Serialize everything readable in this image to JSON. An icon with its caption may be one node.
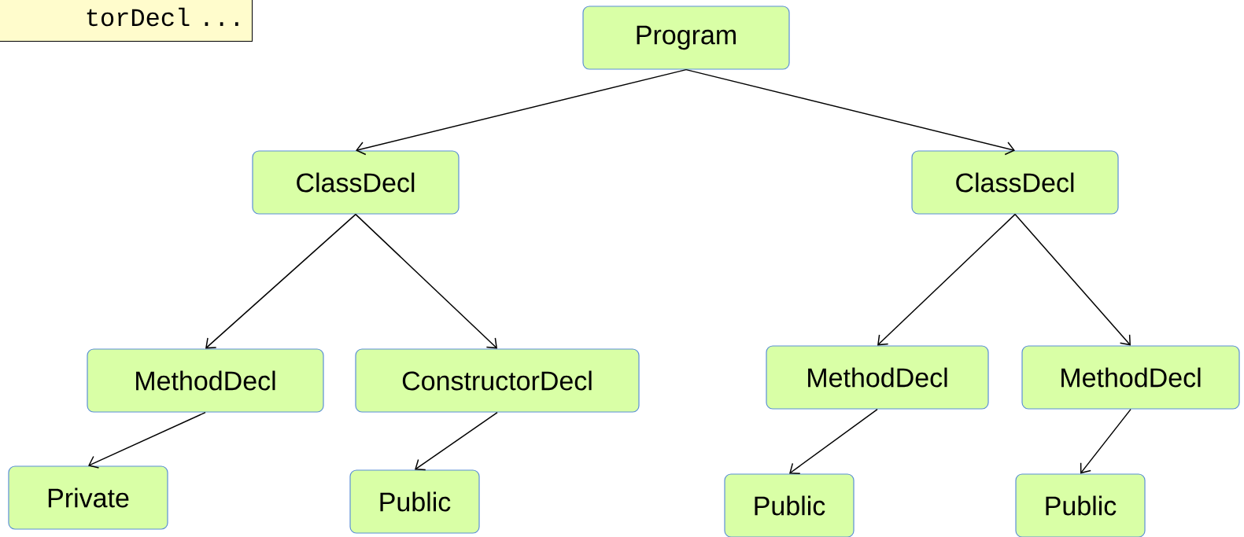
{
  "diagram": {
    "nodes": [
      {
        "text": [
          "torDecl ..."
        ]
      },
      {
        "text": [
          "Program"
        ]
      },
      {
        "text": [
          "ClassDecl"
        ]
      },
      {
        "text": [
          "ClassDecl"
        ]
      },
      {
        "text": [
          "MethodDecl"
        ]
      },
      {
        "text": [
          "ConstructorDecl"
        ]
      },
      {
        "text": [
          "MethodDecl"
        ]
      },
      {
        "text": [
          "MethodDecl"
        ]
      },
      {
        "text": [
          "Private"
        ]
      },
      {
        "text": [
          "Public"
        ]
      },
      {
        "text": [
          "Public"
        ]
      },
      {
        "text": [
          "Public"
        ]
      }
    ],
    "edges": [
      {
        "from": 1,
        "to": 2,
        "arrow": "to"
      },
      {
        "from": 1,
        "to": 3,
        "arrow": "to"
      },
      {
        "from": 2,
        "to": 4,
        "arrow": "to"
      },
      {
        "from": 2,
        "to": 5,
        "arrow": "to"
      },
      {
        "from": 3,
        "to": 6,
        "arrow": "to"
      },
      {
        "from": 3,
        "to": 7,
        "arrow": "to"
      },
      {
        "from": 4,
        "to": 8,
        "arrow": "to"
      },
      {
        "from": 5,
        "to": 9,
        "arrow": "to"
      },
      {
        "from": 6,
        "to": 10,
        "arrow": "to"
      },
      {
        "from": 7,
        "to": 11,
        "arrow": "to"
      }
    ]
  }
}
